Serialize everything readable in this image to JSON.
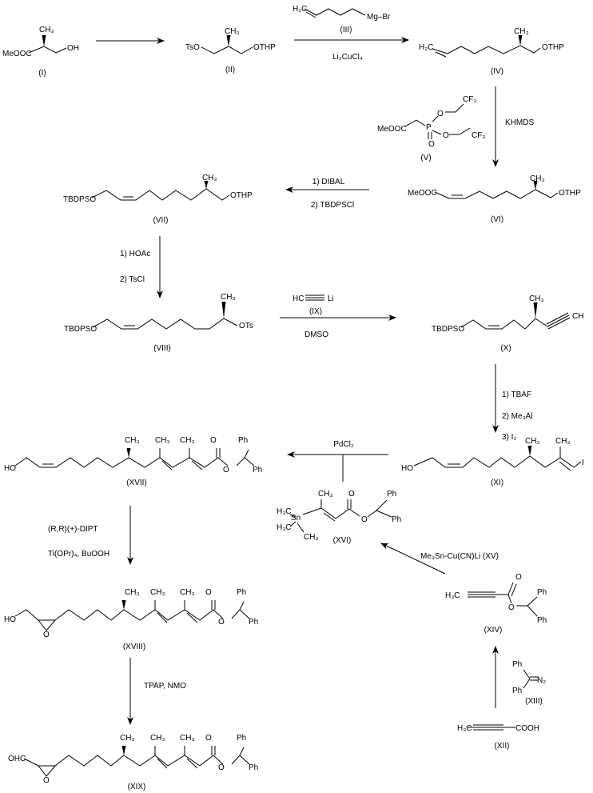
{
  "compounds": {
    "I": {
      "label": "(I)",
      "groups": [
        "MeOOC",
        "CH₃",
        "OH"
      ]
    },
    "II": {
      "label": "(II)",
      "groups": [
        "TsO",
        "CH₃",
        "OTHP"
      ]
    },
    "III": {
      "label": "(III)",
      "groups": [
        "H₂C",
        "Mg–Br"
      ]
    },
    "IV": {
      "label": "(IV)",
      "groups": [
        "H₂C",
        "CH₃",
        "OTHP"
      ]
    },
    "V": {
      "label": "(V)",
      "groups": [
        "MeOOC",
        "P",
        "O",
        "CF₃",
        "O",
        "CF₃",
        "O"
      ]
    },
    "VI": {
      "label": "(VI)",
      "groups": [
        "MeOOC",
        "CH₃",
        "OTHP"
      ]
    },
    "VII": {
      "label": "(VII)",
      "groups": [
        "TBDPSO",
        "CH₃",
        "OTHP"
      ]
    },
    "VIII": {
      "label": "(VIII)",
      "groups": [
        "TBDPSO",
        "CH₃",
        "OTs"
      ]
    },
    "IX": {
      "label": "(IX)",
      "groups": [
        "HC",
        "Li"
      ]
    },
    "X": {
      "label": "(X)",
      "groups": [
        "TBDPSO",
        "CH₃",
        "CH"
      ]
    },
    "XI": {
      "label": "(XI)",
      "groups": [
        "HO",
        "CH₃",
        "CH₃",
        "I"
      ]
    },
    "XII": {
      "label": "(XII)",
      "groups": [
        "H₃C",
        "COOH"
      ]
    },
    "XIII": {
      "label": "(XIII)",
      "groups": [
        "Ph",
        "Ph",
        "N₂"
      ]
    },
    "XIV": {
      "label": "(XIV)",
      "groups": [
        "H₃C",
        "O",
        "O",
        "Ph",
        "Ph"
      ]
    },
    "XVI": {
      "label": "(XVI)",
      "groups": [
        "H₃C",
        "Sn",
        "H₃C",
        "CH₃",
        "CH₃",
        "O",
        "O",
        "Ph",
        "Ph"
      ]
    },
    "XVII": {
      "label": "(XVII)",
      "groups": [
        "HO",
        "CH₃",
        "CH₃",
        "CH₃",
        "O",
        "O",
        "Ph",
        "Ph"
      ]
    },
    "XVIII": {
      "label": "(XVIII)",
      "groups": [
        "HO",
        "O",
        "CH₃",
        "CH₃",
        "CH₃",
        "O",
        "O",
        "Ph",
        "Ph"
      ]
    },
    "XIX": {
      "label": "(XIX)",
      "groups": [
        "OHC",
        "O",
        "CH₃",
        "CH₃",
        "CH₃",
        "O",
        "O",
        "Ph",
        "Ph"
      ]
    }
  },
  "reagents": {
    "step_II_IV": [
      "Li₂CuCl₄"
    ],
    "step_IV_VI": [
      "KHMDS"
    ],
    "step_VI_VII": [
      "1) DIBAL",
      "2) TBDPSCl"
    ],
    "step_VII_VIII": [
      "1) HOAc",
      "2) TsCl"
    ],
    "step_VIII_X": [
      "DMSO"
    ],
    "step_X_XI": [
      "1) TBAF",
      "2) Me₃Al",
      "3) I₂"
    ],
    "step_XI_XVII": [
      "PdCl₂"
    ],
    "step_XIV_XVI": [
      "Me₃Sn-Cu(CN)Li (XV)"
    ],
    "step_XVII_XVIII": [
      "(R,R)(+)-DIPT",
      "Ti(OPr)₄, BuOOH"
    ],
    "step_XVIII_XIX": [
      "TPAP, NMO"
    ]
  }
}
